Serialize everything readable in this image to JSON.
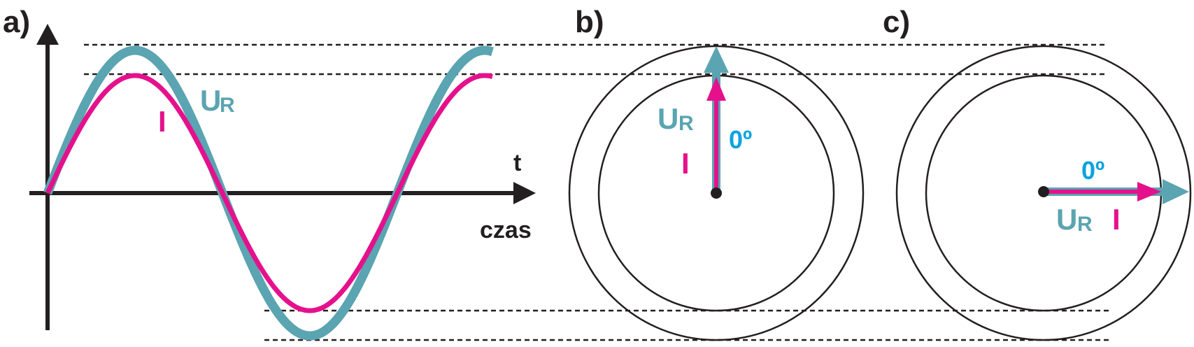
{
  "panels": {
    "a": {
      "label": "a)"
    },
    "b": {
      "label": "b)"
    },
    "c": {
      "label": "c)"
    }
  },
  "waveform": {
    "time_symbol": "t",
    "time_label": "czas",
    "voltage_label": "U",
    "voltage_subscript": "R",
    "current_label": "I",
    "voltage_color": "#5ba4b1",
    "current_color": "#e5118c"
  },
  "phasor_b": {
    "voltage_label": "U",
    "voltage_subscript": "R",
    "current_label": "I",
    "angle_label": "0º"
  },
  "phasor_c": {
    "voltage_label": "U",
    "voltage_subscript": "R",
    "current_label": "I",
    "angle_label": "0º"
  },
  "colors": {
    "axis": "#231f20",
    "voltage": "#5ba4b1",
    "current": "#e5118c",
    "angle": "#0aa3e0"
  }
}
